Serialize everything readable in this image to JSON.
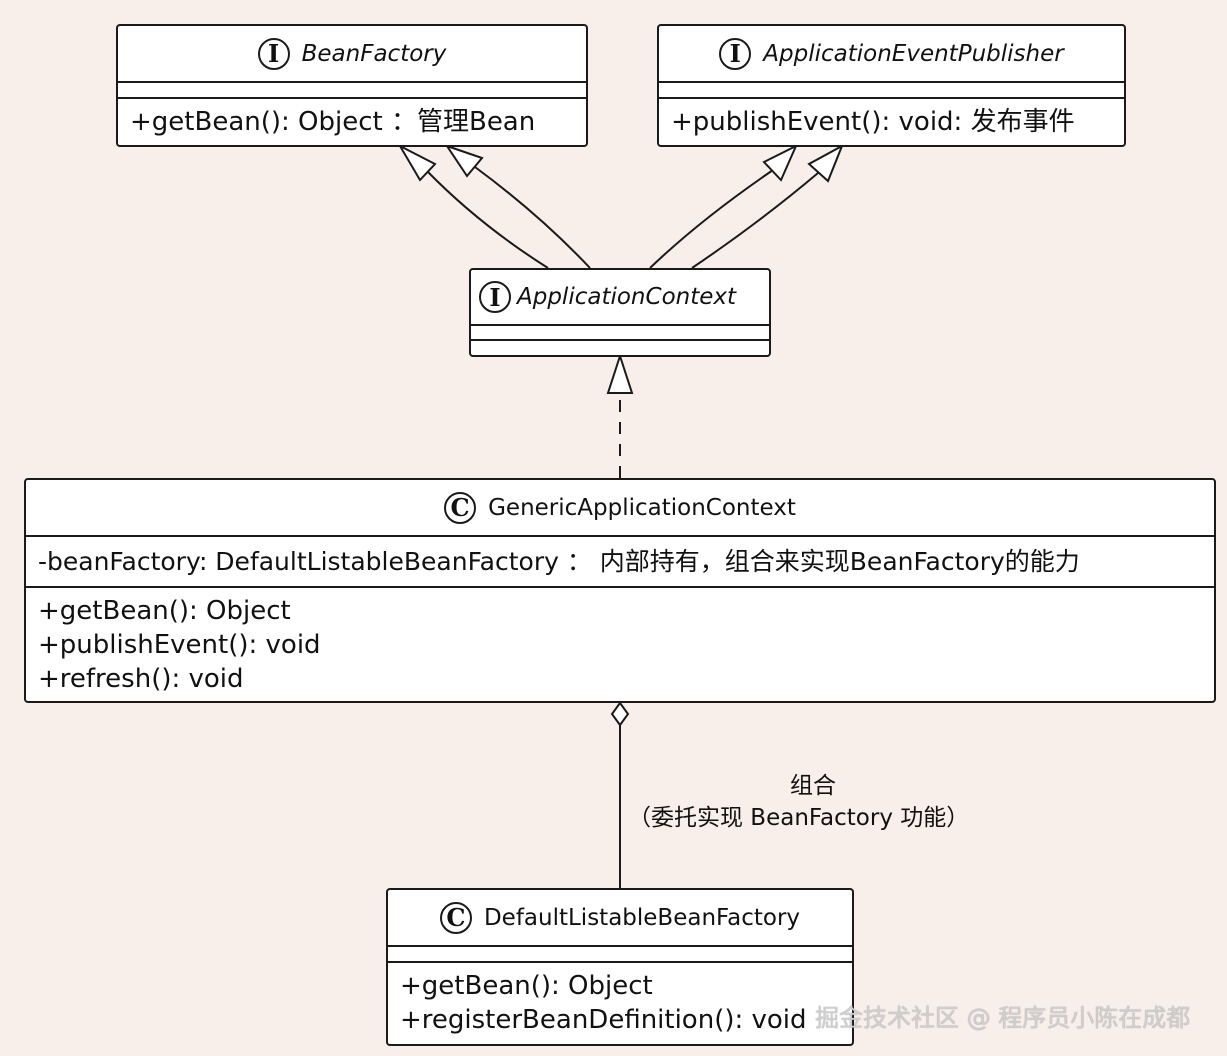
{
  "classes": {
    "bean_factory": {
      "stereotype": "I",
      "name": "BeanFactory",
      "methods": [
        "+getBean(): Object  ：管理Bean"
      ]
    },
    "application_event_publisher": {
      "stereotype": "I",
      "name": "ApplicationEventPublisher",
      "methods": [
        "+publishEvent(): void: 发布事件"
      ]
    },
    "application_context": {
      "stereotype": "I",
      "name": "ApplicationContext"
    },
    "generic_application_context": {
      "stereotype": "C",
      "name": "GenericApplicationContext",
      "fields": [
        "-beanFactory: DefaultListableBeanFactory ： 内部持有，组合来实现BeanFactory的能力"
      ],
      "methods": [
        "+getBean(): Object",
        "+publishEvent(): void",
        "+refresh(): void"
      ]
    },
    "default_listable_bean_factory": {
      "stereotype": "C",
      "name": "DefaultListableBeanFactory",
      "methods": [
        "+getBean(): Object",
        "+registerBeanDefinition(): void"
      ]
    }
  },
  "relations": {
    "composition_label_line1": "组合",
    "composition_label_line2": "（委托实现 BeanFactory 功能）"
  },
  "watermark": "掘金技术社区 @ 程序员小陈在成都"
}
